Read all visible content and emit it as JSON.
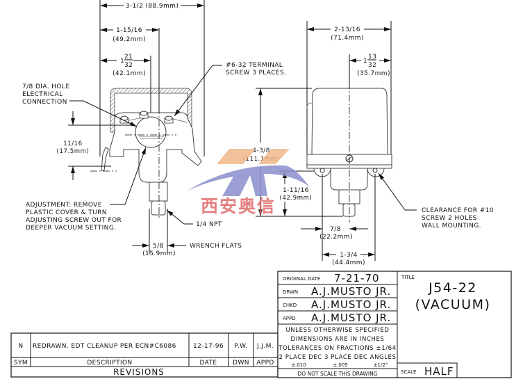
{
  "drawing": {
    "front_view": {
      "overall_width": {
        "inch": "3-1/2",
        "mm": "(88.9mm)"
      },
      "width_to_center": {
        "inch": "1-15/16",
        "mm": "(49.2mm)"
      },
      "width_to_hole": {
        "inch_whole": "1",
        "inch_num": "21",
        "inch_den": "32",
        "mm": "(42.1mm)"
      },
      "hole_offset": {
        "inch": "11/16",
        "mm": "(17.5mm)"
      },
      "wrench_flats": {
        "inch": "5/8",
        "mm": "(15.9mm)"
      }
    },
    "side_view": {
      "overall_width": {
        "inch": "2-13/16",
        "mm": "(71.4mm)"
      },
      "width_to_center": {
        "inch_whole": "1",
        "inch_num": "13",
        "inch_den": "32",
        "mm": "(35.7mm)"
      },
      "overall_height": {
        "inch": "4-3/8",
        "mm": "(111.1mm)"
      },
      "mount_to_bottom": {
        "inch": "1-11/16",
        "mm": "(42.9mm)"
      },
      "fitting_offset": {
        "inch": "7/8",
        "mm": "(22.2mm)"
      },
      "hole_spacing": {
        "inch": "1-3/4",
        "mm": "(44.4mm)"
      }
    },
    "callouts": {
      "electrical": [
        "7/8 DIA. HOLE",
        "ELECTRICAL",
        "CONNECTION"
      ],
      "terminal": [
        "#6-32 TERMINAL",
        "SCREW 3 PLACES."
      ],
      "adjustment": [
        "ADJUSTMENT: REMOVE",
        "PLASTIC COVER & TURN",
        "ADJUSTING SCREW OUT FOR",
        "DEEPER VACUUM SETTING."
      ],
      "npt": "1/4 NPT",
      "wrench": "WRENCH FLATS",
      "clearance": [
        "CLEARANCE FOR #10",
        "SCREW 2 HOLES",
        "WALL MOUNTING."
      ]
    }
  },
  "watermark": {
    "text": "西安奥信",
    "colors": {
      "orange": "#f0b98a",
      "purple": "#8a8fcc",
      "red": "#e06a6a"
    }
  },
  "title_block": {
    "original_date_label": "ORIGINAL DATE",
    "original_date": "7-21-70",
    "drwn_label": "DRWN",
    "drwn": "A.J.MUSTO  JR.",
    "chkd_label": "CHKD",
    "chkd": "A.J.MUSTO  JR.",
    "appd_label": "APPD",
    "appd": "A.J.MUSTO  JR.",
    "notes": [
      "UNLESS OTHERWISE SPECIFIED",
      "DIMENSIONS ARE IN INCHES",
      "TOLERANCES ON FRACTIONS ±1/64",
      "2 PLACE DEC  3 PLACE DEC  ANGLES"
    ],
    "tolerances": [
      "±.010",
      "±.005",
      "±1/2°"
    ],
    "do_not_scale": "DO NOT SCALE THIS DRAWING",
    "title_label": "TITLE",
    "title_line1": "J54-22",
    "title_line2": "(VACUUM)",
    "scale_label": "SCALE",
    "scale": "HALF"
  },
  "revisions": {
    "rows": [
      {
        "sym": "N",
        "description": "REDRAWN. EDT CLEANUP PER ECN#C6086",
        "date": "12-17-96",
        "dwn": "P.W.",
        "appd": "J.J.M."
      }
    ],
    "headers": {
      "sym": "SYM",
      "description": "DESCRIPTION",
      "date": "DATE",
      "dwn": "DWN",
      "appd": "APPD"
    },
    "title": "REVISIONS"
  }
}
